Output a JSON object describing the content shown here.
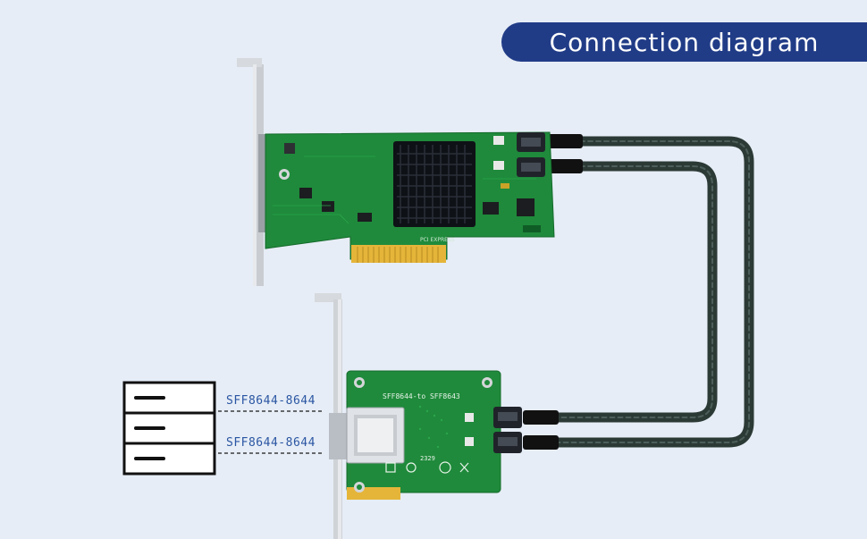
{
  "title": "Connection diagram",
  "labels": {
    "port_top": "SFF8644-8644",
    "port_bottom": "SFF8644-8644"
  },
  "board_text": {
    "adapter_silk": "SFF8644-to SFF8643",
    "adapter_code": "2329",
    "pcie_logo": "PCI EXPRESS"
  },
  "colors": {
    "banner": "#213c87",
    "background": "#e6edf6",
    "pcb": "#1f8a3b",
    "cable": "#2c3a36",
    "label": "#2b56a3"
  }
}
